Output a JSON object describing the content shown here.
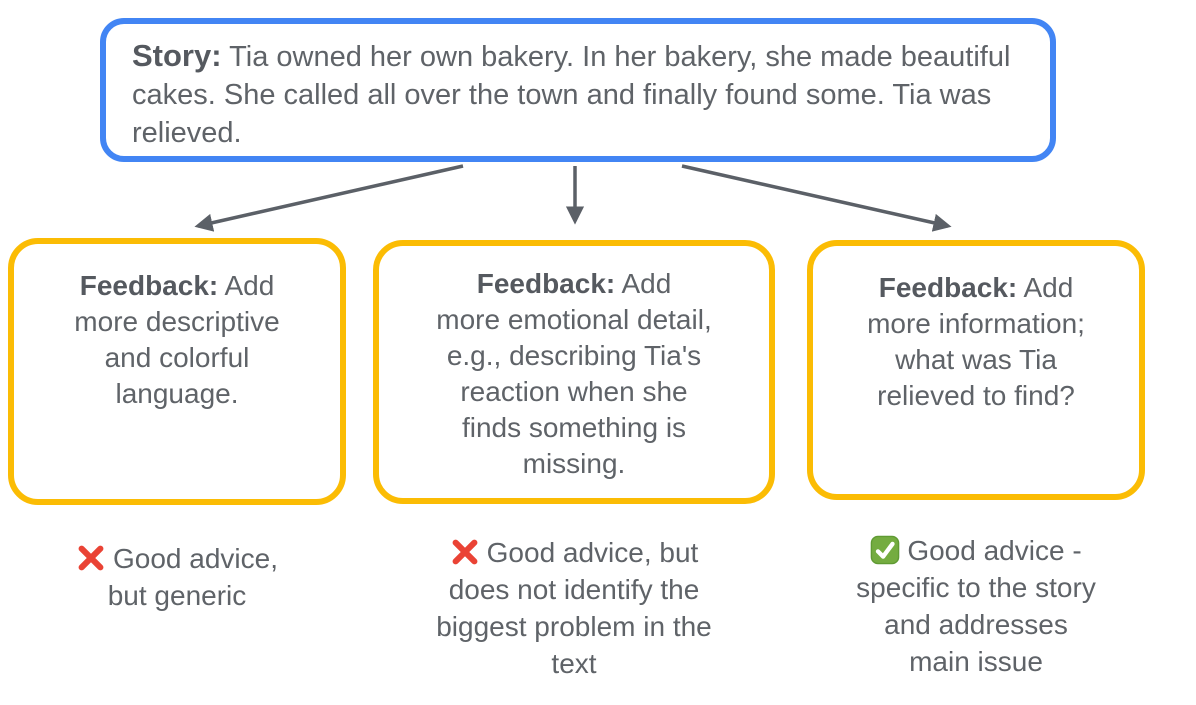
{
  "story": {
    "label": "Story:",
    "text": "Tia owned her own bakery. In her bakery, she made beautiful cakes. She called all over the town and finally found some. Tia was relieved."
  },
  "feedback_boxes": [
    {
      "label": "Feedback:",
      "text": "Add\nmore descriptive\nand colorful\nlanguage."
    },
    {
      "label": "Feedback:",
      "text": "Add\nmore emotional detail,\ne.g., describing Tia's\nreaction when she\nfinds something is\nmissing."
    },
    {
      "label": "Feedback:",
      "text": "Add\nmore information;\nwhat was Tia\nrelieved to find?"
    }
  ],
  "verdicts": [
    {
      "icon": "cross-mark-icon",
      "text": "Good advice,\nbut generic"
    },
    {
      "icon": "cross-mark-icon",
      "text": "Good advice, but\ndoes not identify the\nbiggest problem in the\ntext"
    },
    {
      "icon": "check-mark-icon",
      "text": "Good advice -\nspecific to the story\nand addresses\nmain issue"
    }
  ],
  "colors": {
    "story_border": "#4285F4",
    "feedback_border": "#FBBC04",
    "text": "#5F6368",
    "label": "#55595F",
    "arrow": "#5B6067",
    "cross": "#EA4335",
    "check_bg": "#74AC40",
    "check_edge": "#5F9A33"
  }
}
